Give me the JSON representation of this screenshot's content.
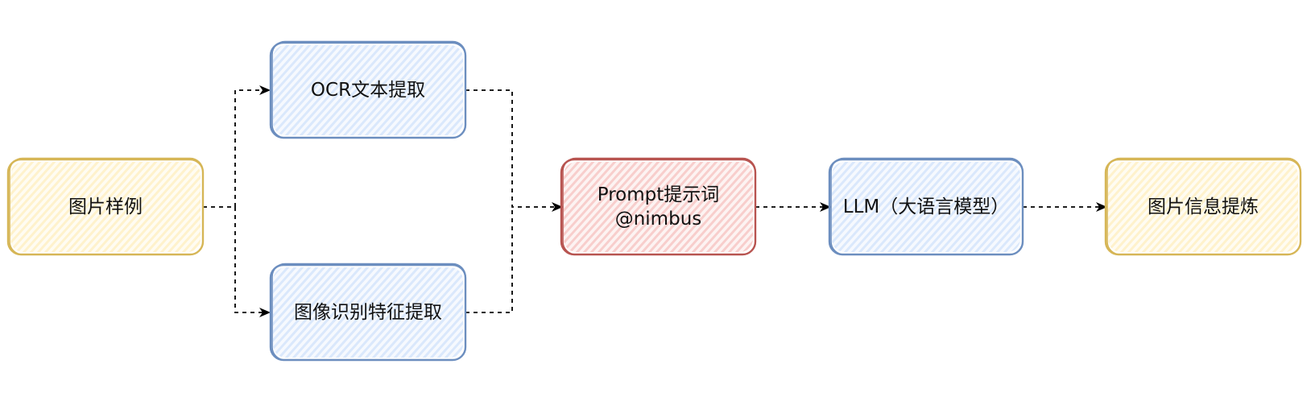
{
  "nodes": {
    "image_sample": {
      "label": "图片样例",
      "fill": "#fff2cc",
      "stroke": "#d6b656"
    },
    "ocr": {
      "label": "OCR文本提取",
      "fill": "#dae8fc",
      "stroke": "#6c8ebf"
    },
    "image_features": {
      "label": "图像识别特征提取",
      "fill": "#dae8fc",
      "stroke": "#6c8ebf"
    },
    "prompt": {
      "label_line1": "Prompt提示词",
      "label_line2": "@nimbus",
      "fill": "#f8cecc",
      "stroke": "#b85450"
    },
    "llm": {
      "label": "LLM（大语言模型）",
      "fill": "#dae8fc",
      "stroke": "#6c8ebf"
    },
    "extraction": {
      "label": "图片信息提炼",
      "fill": "#fff2cc",
      "stroke": "#d6b656"
    }
  },
  "edges": [
    {
      "from": "image_sample",
      "to": "ocr"
    },
    {
      "from": "image_sample",
      "to": "image_features"
    },
    {
      "from": "ocr",
      "to": "prompt"
    },
    {
      "from": "image_features",
      "to": "prompt"
    },
    {
      "from": "prompt",
      "to": "llm"
    },
    {
      "from": "llm",
      "to": "extraction"
    }
  ],
  "colors": {
    "connector": "#000000"
  }
}
